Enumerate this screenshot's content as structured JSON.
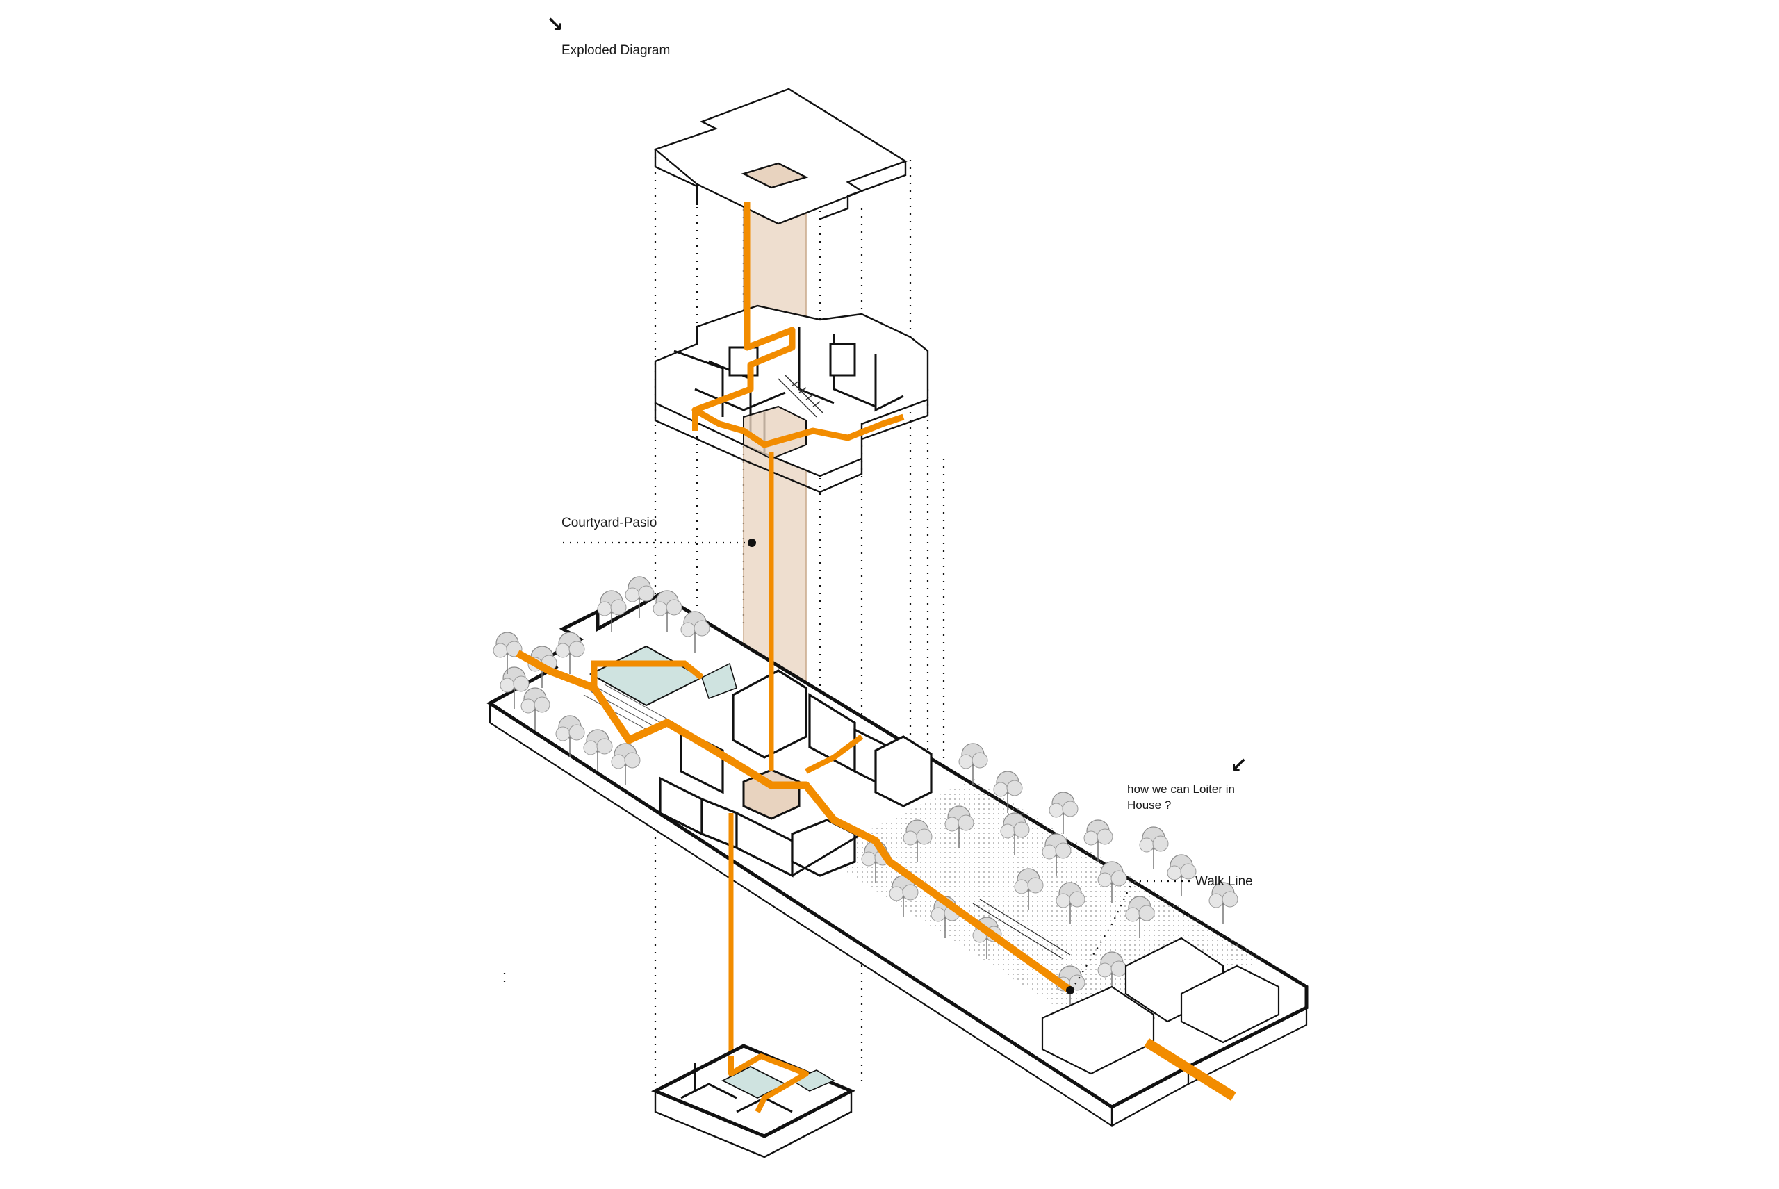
{
  "labels": {
    "title": "Exploded Diagram",
    "courtyard": "Courtyard-Pasio",
    "question": "how we can Loiter in\nHouse ?",
    "walk_line": "Walk Line"
  },
  "icons": {
    "title_arrow": "arrow-down-right-icon",
    "question_arrow": "arrow-down-left-icon"
  },
  "colors": {
    "accent": "#F28C00",
    "courtyard_tint": "#E8D3BF",
    "pool": "#CFE3E0",
    "line": "#111111"
  }
}
